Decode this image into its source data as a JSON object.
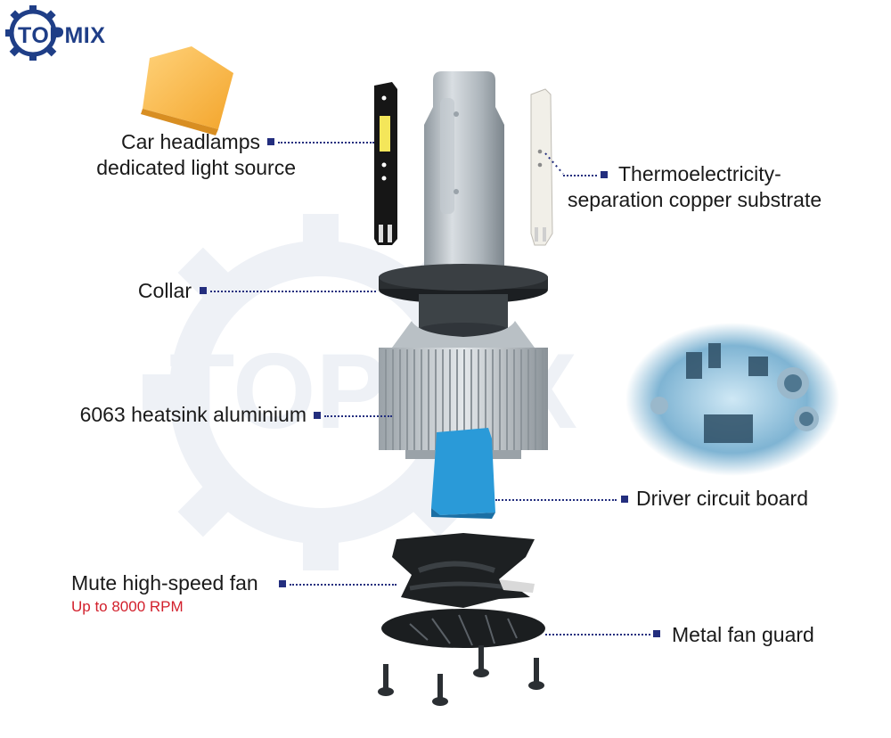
{
  "brand": {
    "logo_text": "TOPMIX",
    "watermark_text": "TOPMIX",
    "logo_color": "#1f3e87",
    "accent_color": "#232e7e"
  },
  "labels": {
    "light_source": [
      "Car headlamps",
      "dedicated light source"
    ],
    "copper_substrate": [
      "Thermoelectricity-",
      "separation copper substrate"
    ],
    "collar": "Collar",
    "heatsink": "6063 heatsink aluminium",
    "driver": "Driver circuit board",
    "fan": "Mute high-speed fan",
    "fan_speed": "Up to 8000 RPM",
    "fan_guard": "Metal fan guard"
  },
  "colors": {
    "label_text": "#1a1a1a",
    "highlight_text": "#d21f2b",
    "driver_board": "#2a9ad8",
    "chip": "#f5b640"
  }
}
